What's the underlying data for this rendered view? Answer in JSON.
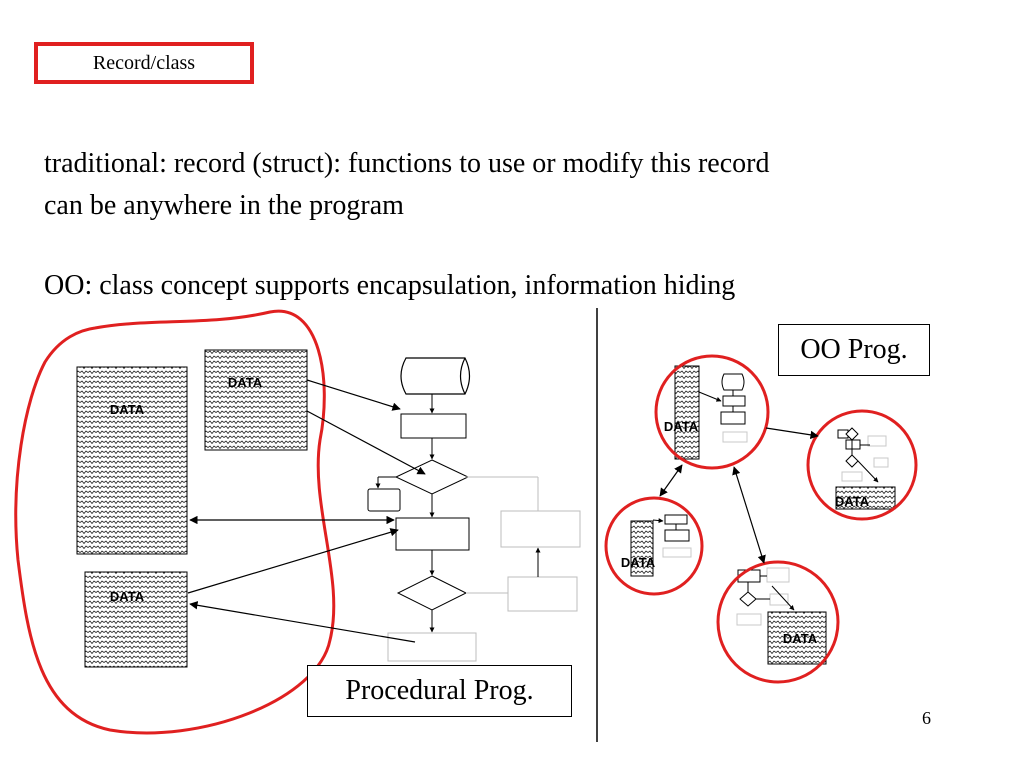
{
  "slide": {
    "title": "Record/class",
    "line1": "traditional:  record (struct):  functions to use or modify this record",
    "line2": "can be anywhere in the program",
    "line3": "OO:  class concept supports encapsulation, information hiding",
    "page_number": "6"
  },
  "procedural": {
    "caption": "Procedural Prog.",
    "data_label": "DATA"
  },
  "oo": {
    "caption": "OO Prog.",
    "data_label": "DATA"
  },
  "colors": {
    "accent_red": "#e02020",
    "line": "#000000",
    "light_box": "#c8c8c8"
  }
}
